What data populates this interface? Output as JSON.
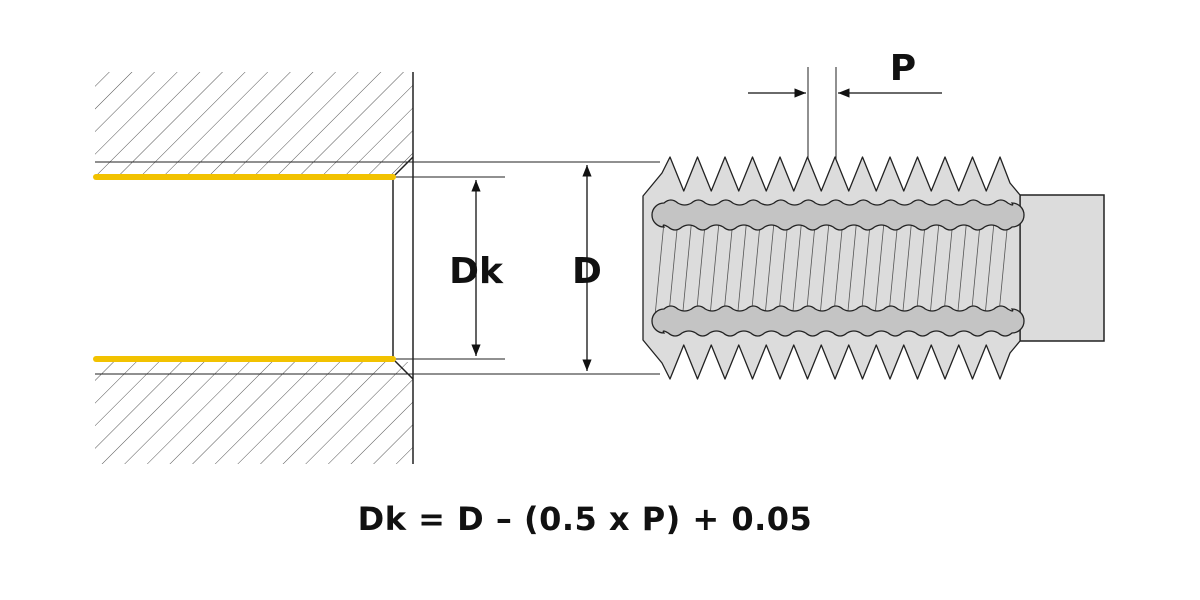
{
  "labels": {
    "pitch": "P",
    "core_diameter": "Dk",
    "nominal_diameter": "D"
  },
  "formula": "Dk = D – (0.5 x P) + 0.05",
  "colors": {
    "bore_line": "#f2c200",
    "tap_body": "#dcdcdc",
    "tap_groove": "#c4c4c4",
    "outline": "#222222",
    "hatch": "#555555"
  }
}
